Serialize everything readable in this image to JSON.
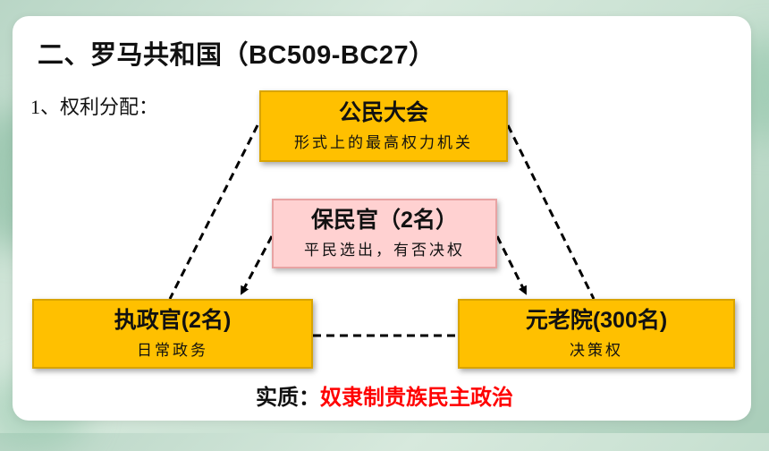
{
  "slide": {
    "title": "二、罗马共和国（BC509-BC27）",
    "subheading": "1、权利分配：",
    "assembly": {
      "name": "公民大会",
      "desc": "形式上的最高权力机关"
    },
    "tribune": {
      "name": "保民官（2名）",
      "desc": "平民选出，有否决权"
    },
    "consul": {
      "name": "执政官(2名)",
      "desc": "日常政务"
    },
    "senate": {
      "name": "元老院(300名)",
      "desc": "决策权"
    },
    "essence_label": "实质：",
    "essence_value": "奴隶制贵族民主政治"
  },
  "colors": {
    "box_fill": "#ffc000",
    "tribune_fill": "#ffd1d1",
    "highlight_text": "#ff0000"
  }
}
